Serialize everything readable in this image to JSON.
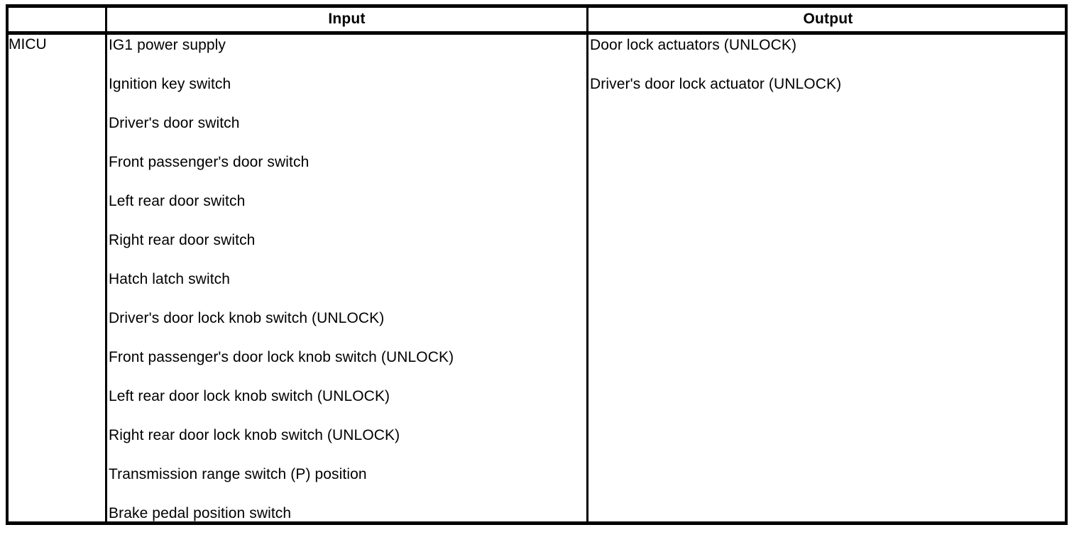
{
  "table": {
    "headers": {
      "label_column": "",
      "input": "Input",
      "output": "Output"
    },
    "row_label": "MICU",
    "input_items": [
      "IG1 power supply",
      "Ignition key switch",
      "Driver's door switch",
      "Front passenger's door switch",
      "Left rear door switch",
      "Right rear door switch",
      "Hatch latch switch",
      "Driver's door lock knob switch (UNLOCK)",
      "Front passenger's door lock knob switch (UNLOCK)",
      "Left rear door lock knob switch (UNLOCK)",
      "Right rear door lock knob switch (UNLOCK)",
      "Transmission range switch (P) position",
      "Brake pedal position switch"
    ],
    "output_items": [
      "Door lock actuators (UNLOCK)",
      "Driver's door lock actuator (UNLOCK)"
    ],
    "colors": {
      "border": "#000000",
      "text": "#000000",
      "background": "#ffffff"
    }
  }
}
